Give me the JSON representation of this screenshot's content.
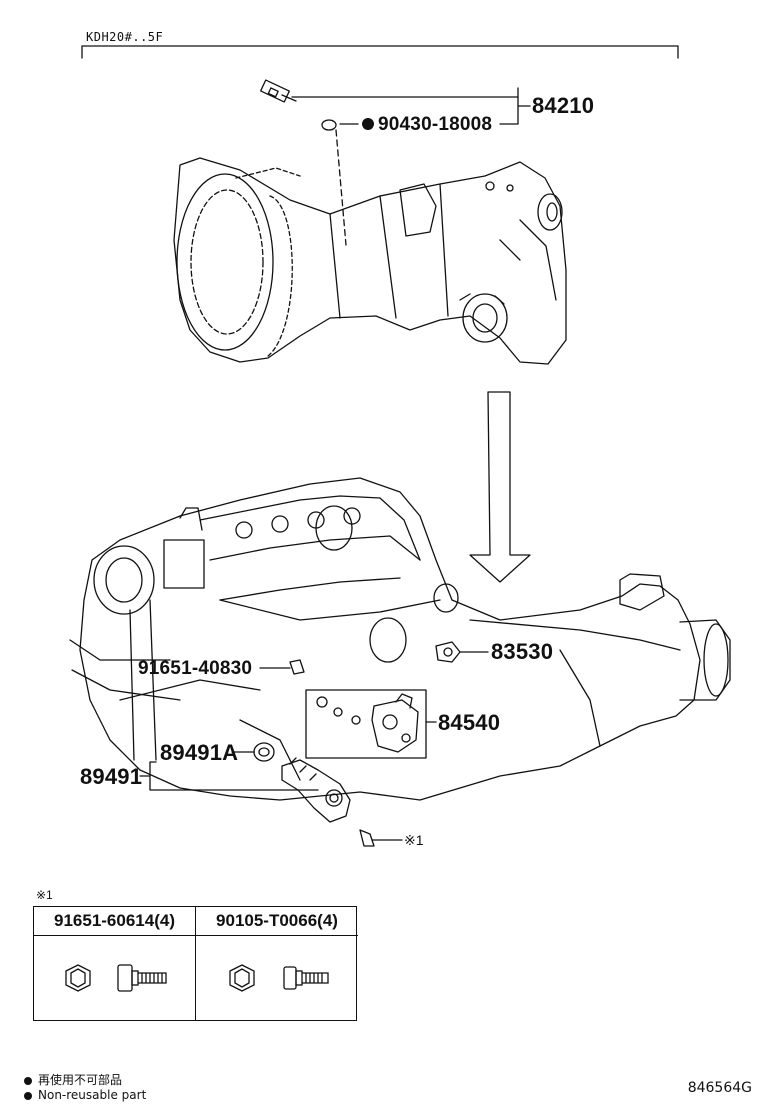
{
  "header": {
    "model_code": "KDH20#..5F"
  },
  "labels": {
    "switch_assy": "84210",
    "gasket": "90430-18008",
    "sensor_83530": "83530",
    "bolt_top": "91651-40830",
    "actuator": "84540",
    "cylinder_a": "89491A",
    "cylinder": "89491",
    "ref_mark_small": "※1"
  },
  "table": {
    "ref_mark": "※1",
    "columns": [
      {
        "part_no": "91651-60614(4)"
      },
      {
        "part_no": "90105-T0066(4)"
      }
    ]
  },
  "legend": {
    "non_reusable_jp": "再使用不可部品",
    "non_reusable_en": "Non-reusable part"
  },
  "catalog_no": "846564G"
}
